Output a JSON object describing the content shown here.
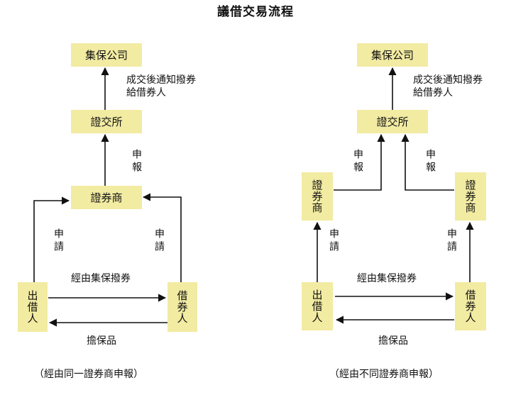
{
  "title": "議借交易流程",
  "left": {
    "clearing": "集保公司",
    "exchange": "證交所",
    "broker": "證券商",
    "lender": "出借人",
    "borrower": "借券人",
    "notify": "成交後通知撥券\n給借券人",
    "report": "申報",
    "apply_left": "申請",
    "apply_right": "申請",
    "transfer": "經由集保撥券",
    "collateral": "擔保品",
    "caption": "（經由同一證券商申報）"
  },
  "right": {
    "clearing": "集保公司",
    "exchange": "證交所",
    "broker_left": "證券商",
    "broker_right": "證券商",
    "lender": "出借人",
    "borrower": "借券人",
    "notify": "成交後通知撥券\n給借券人",
    "report_left": "申報",
    "report_right": "申報",
    "apply_left": "申請",
    "apply_right": "申請",
    "transfer": "經由集保撥券",
    "collateral": "擔保品",
    "caption": "（經由不同證券商申報）"
  }
}
